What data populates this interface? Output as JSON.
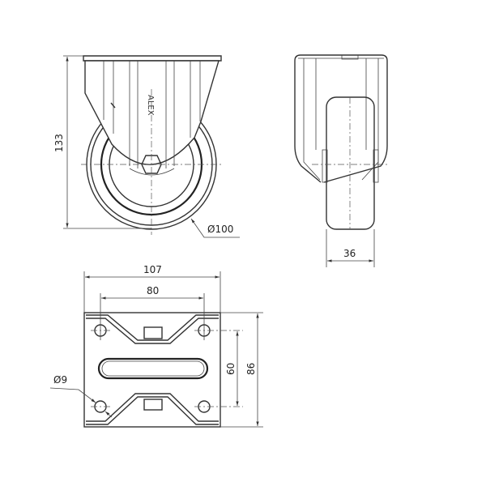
{
  "drawing": {
    "brand_mark": "ALEX",
    "front_view": {
      "height_label": "133",
      "wheel_diameter_label": "Ø100"
    },
    "side_view": {
      "wheel_width_label": "36"
    },
    "plate_view": {
      "plate_width_label": "107",
      "hole_spacing_x_label": "80",
      "hole_spacing_y_label": "60",
      "plate_depth_label": "86",
      "hole_diameter_label": "Ø9"
    },
    "colors": {
      "line": "#333333",
      "background": "#ffffff"
    }
  }
}
